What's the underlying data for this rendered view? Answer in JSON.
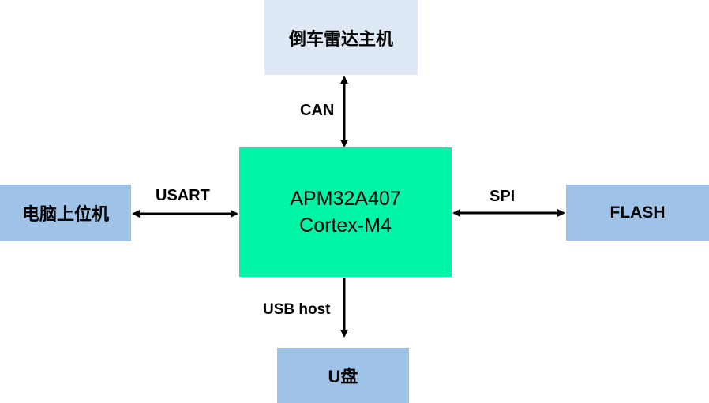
{
  "colors": {
    "peripheral_fill": "#9fc3e6",
    "radar_fill": "#dfe9f5",
    "mcu_fill": "#00f5a8",
    "arrow": "#000000"
  },
  "nodes": {
    "radar": "倒车雷达主机",
    "pc": "电脑上位机",
    "mcu_line1": "APM32A407",
    "mcu_line2": "Cortex-M4",
    "flash": "FLASH",
    "udisk": "U盘"
  },
  "links": {
    "can": "CAN",
    "usart": "USART",
    "spi": "SPI",
    "usb": "USB host"
  }
}
